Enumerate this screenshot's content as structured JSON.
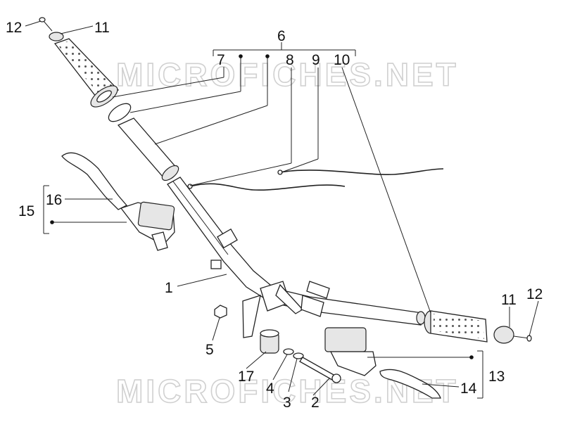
{
  "watermarks": [
    "MICROFICHES.NET",
    "MICROFICHES.NET"
  ],
  "callouts": {
    "c1": "1",
    "c2": "2",
    "c3": "3",
    "c4": "4",
    "c5": "5",
    "c6": "6",
    "c7": "7",
    "c8": "8",
    "c9": "9",
    "c10": "10",
    "c11a": "11",
    "c11b": "11",
    "c12a": "12",
    "c12b": "12",
    "c13": "13",
    "c14": "14",
    "c15": "15",
    "c16": "16",
    "c17": "17"
  }
}
